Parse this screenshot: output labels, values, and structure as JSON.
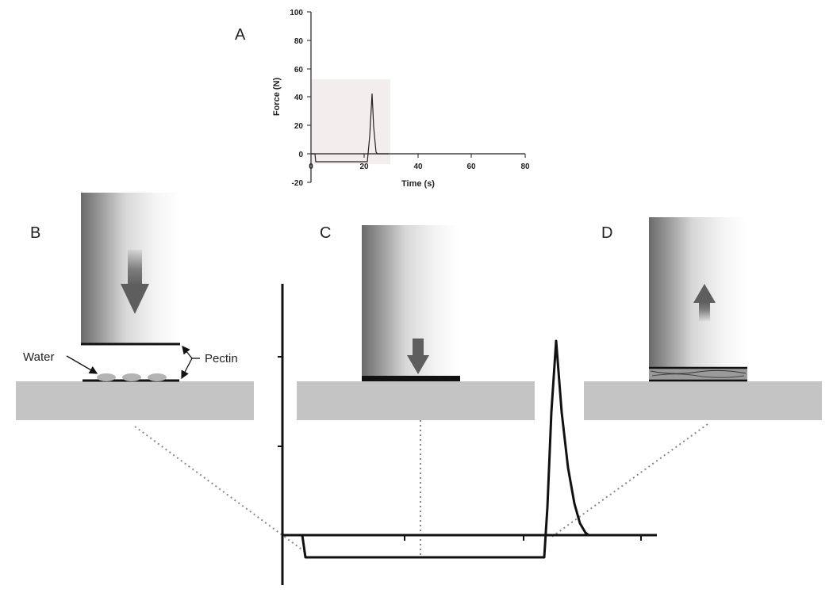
{
  "panels": {
    "a": "A",
    "b": "B",
    "c": "C",
    "d": "D"
  },
  "inset_chart": {
    "xlabel": "Time (s)",
    "ylabel": "Force (N)",
    "x_ticks": [
      "0",
      "20",
      "40",
      "60",
      "80"
    ],
    "y_ticks": [
      "-20",
      "0",
      "20",
      "40",
      "60",
      "80",
      "100"
    ]
  },
  "callouts": {
    "water": "Water",
    "pectin": "Pectin"
  },
  "colors": {
    "plate": "#c4c4c4",
    "arrow": "#6b6b6b",
    "trace": "#111111",
    "highlight": "#f3eeee"
  },
  "icons": {
    "b_arrow": "arrow-down",
    "c_arrow": "arrow-down",
    "d_arrow": "arrow-up"
  }
}
